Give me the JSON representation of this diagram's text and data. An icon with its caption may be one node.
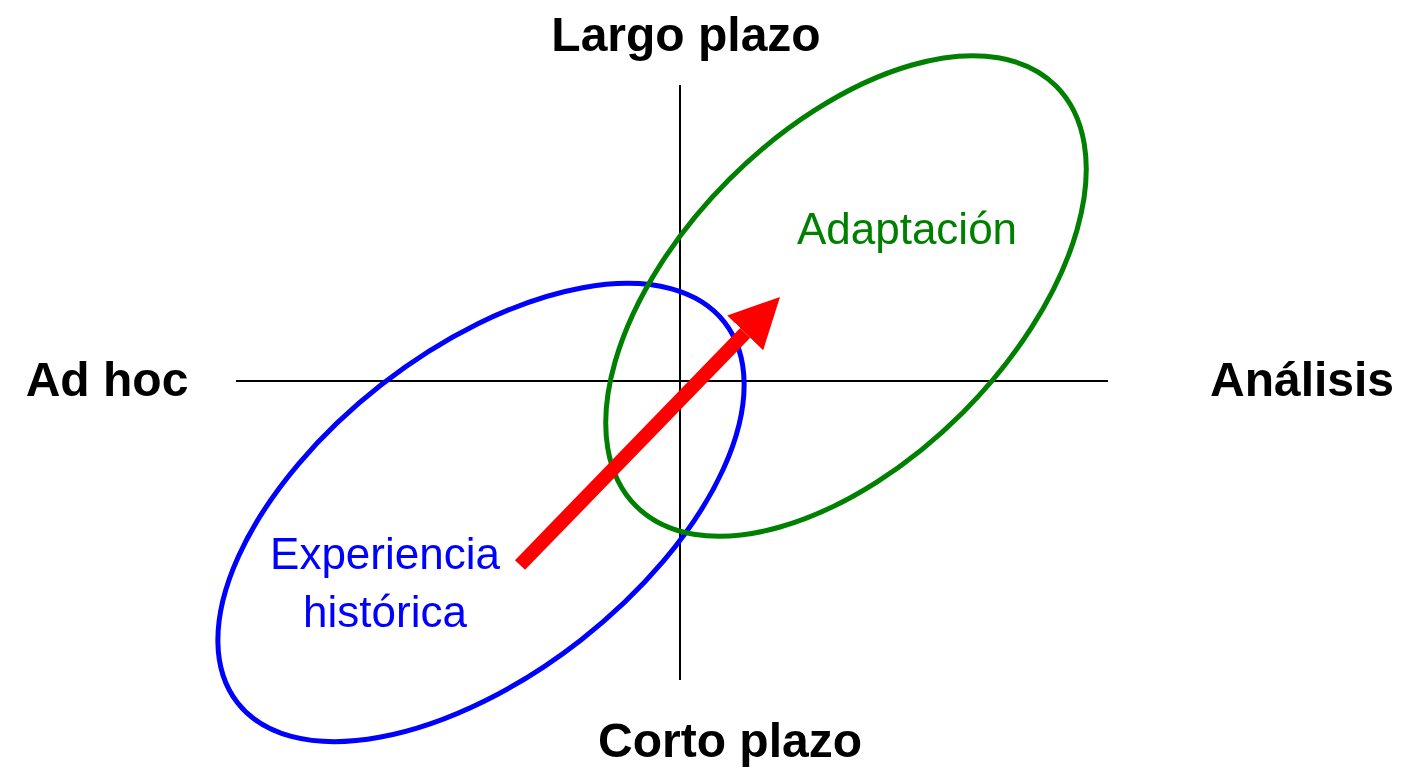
{
  "diagram": {
    "nodes": [
      {
        "text": [
          "Experiencia histórica"
        ]
      },
      {
        "text": [
          "Adaptación"
        ]
      }
    ],
    "edges": [
      {
        "from": 0,
        "to": 1,
        "arrow": "to",
        "color": "#ff0000"
      }
    ],
    "labels": [
      "Largo plazo",
      "Ad hoc",
      "Análisis",
      "Corto plazo"
    ]
  }
}
